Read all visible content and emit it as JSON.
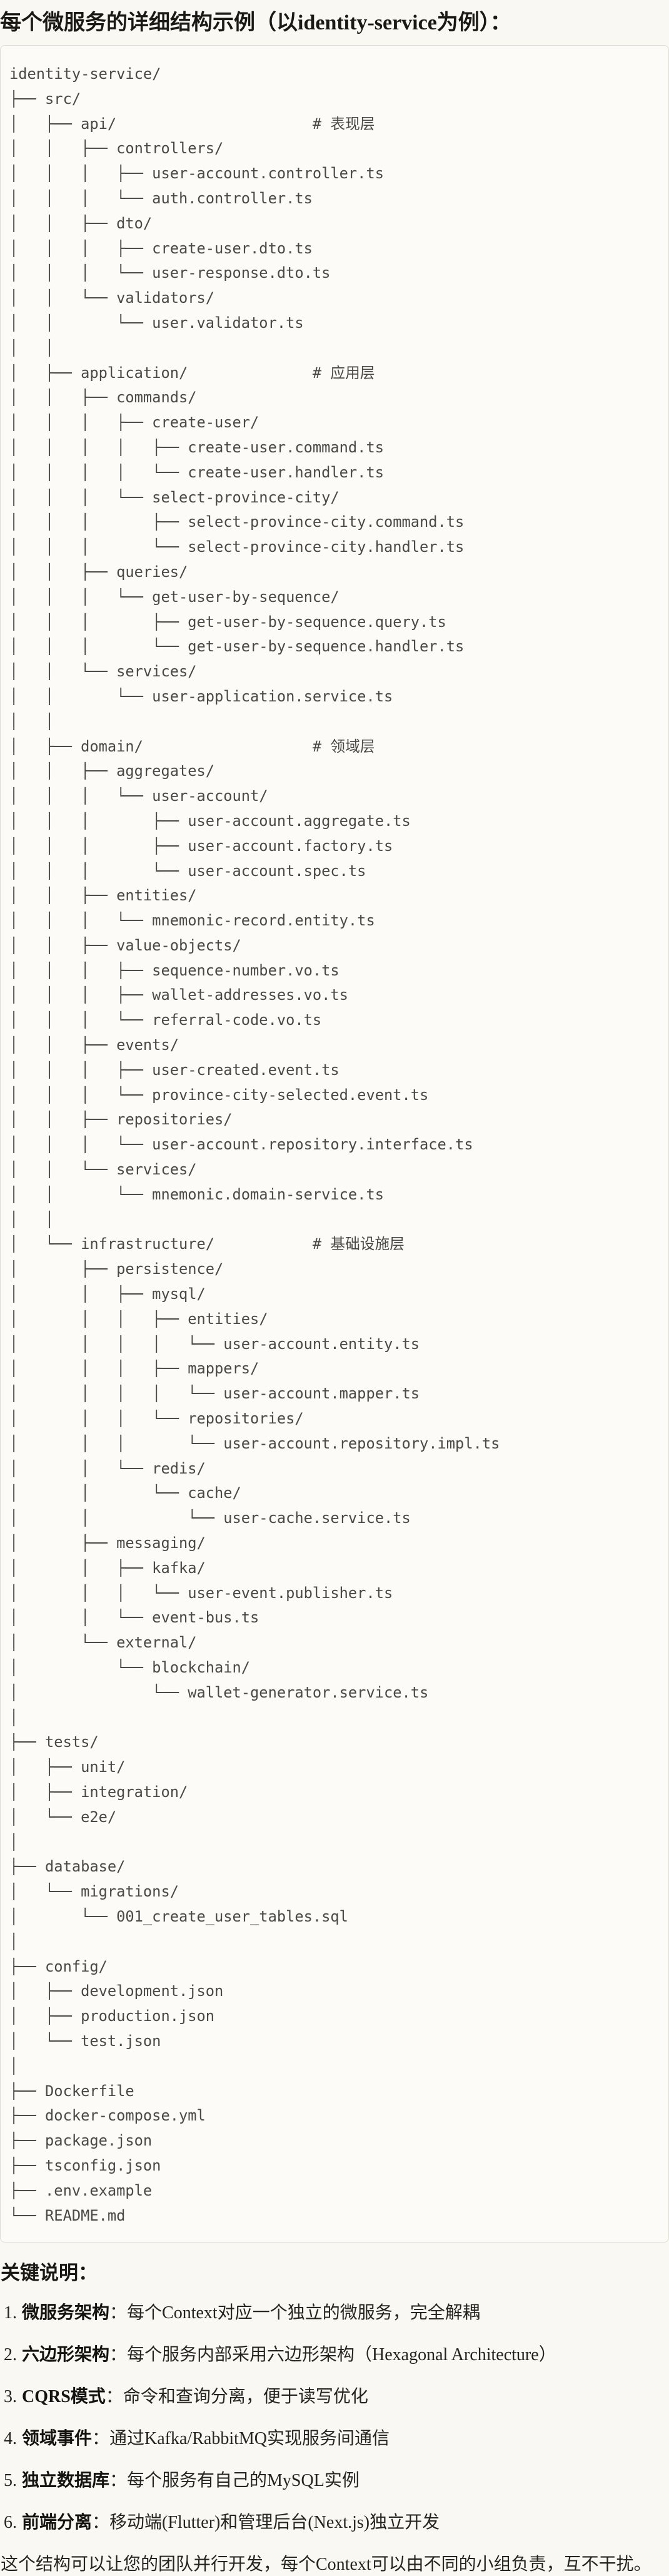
{
  "colors": {
    "page_bg": "#FAF8F2",
    "code_bg": "#FCFBF7",
    "code_border": "#DEDBD2",
    "tree_text": "#4B4944",
    "body_text": "#26241F",
    "heading_text": "#1A1915"
  },
  "header": {
    "title": "每个微服务的详细结构示例（以identity-service为例）："
  },
  "tree": {
    "lines": [
      "identity-service/",
      "├── src/",
      "│   ├── api/                      # 表现层",
      "│   │   ├── controllers/",
      "│   │   │   ├── user-account.controller.ts",
      "│   │   │   └── auth.controller.ts",
      "│   │   ├── dto/",
      "│   │   │   ├── create-user.dto.ts",
      "│   │   │   └── user-response.dto.ts",
      "│   │   └── validators/",
      "│   │       └── user.validator.ts",
      "│   │",
      "│   ├── application/              # 应用层",
      "│   │   ├── commands/",
      "│   │   │   ├── create-user/",
      "│   │   │   │   ├── create-user.command.ts",
      "│   │   │   │   └── create-user.handler.ts",
      "│   │   │   └── select-province-city/",
      "│   │   │       ├── select-province-city.command.ts",
      "│   │   │       └── select-province-city.handler.ts",
      "│   │   ├── queries/",
      "│   │   │   └── get-user-by-sequence/",
      "│   │   │       ├── get-user-by-sequence.query.ts",
      "│   │   │       └── get-user-by-sequence.handler.ts",
      "│   │   └── services/",
      "│   │       └── user-application.service.ts",
      "│   │",
      "│   ├── domain/                   # 领域层",
      "│   │   ├── aggregates/",
      "│   │   │   └── user-account/",
      "│   │   │       ├── user-account.aggregate.ts",
      "│   │   │       ├── user-account.factory.ts",
      "│   │   │       └── user-account.spec.ts",
      "│   │   ├── entities/",
      "│   │   │   └── mnemonic-record.entity.ts",
      "│   │   ├── value-objects/",
      "│   │   │   ├── sequence-number.vo.ts",
      "│   │   │   ├── wallet-addresses.vo.ts",
      "│   │   │   └── referral-code.vo.ts",
      "│   │   ├── events/",
      "│   │   │   ├── user-created.event.ts",
      "│   │   │   └── province-city-selected.event.ts",
      "│   │   ├── repositories/",
      "│   │   │   └── user-account.repository.interface.ts",
      "│   │   └── services/",
      "│   │       └── mnemonic.domain-service.ts",
      "│   │",
      "│   └── infrastructure/           # 基础设施层",
      "│       ├── persistence/",
      "│       │   ├── mysql/",
      "│       │   │   ├── entities/",
      "│       │   │   │   └── user-account.entity.ts",
      "│       │   │   ├── mappers/",
      "│       │   │   │   └── user-account.mapper.ts",
      "│       │   │   └── repositories/",
      "│       │   │       └── user-account.repository.impl.ts",
      "│       │   └── redis/",
      "│       │       └── cache/",
      "│       │           └── user-cache.service.ts",
      "│       ├── messaging/",
      "│       │   ├── kafka/",
      "│       │   │   └── user-event.publisher.ts",
      "│       │   └── event-bus.ts",
      "│       └── external/",
      "│           └── blockchain/",
      "│               └── wallet-generator.service.ts",
      "│",
      "├── tests/",
      "│   ├── unit/",
      "│   ├── integration/",
      "│   └── e2e/",
      "│",
      "├── database/",
      "│   └── migrations/",
      "│       └── 001_create_user_tables.sql",
      "│",
      "├── config/",
      "│   ├── development.json",
      "│   ├── production.json",
      "│   └── test.json",
      "│",
      "├── Dockerfile",
      "├── docker-compose.yml",
      "├── package.json",
      "├── tsconfig.json",
      "├── .env.example",
      "└── README.md"
    ]
  },
  "notes": {
    "title": "关键说明：",
    "items": [
      {
        "num": "1.",
        "term": "微服务架构",
        "sep": "：",
        "desc": "每个Context对应一个独立的微服务，完全解耦"
      },
      {
        "num": "2.",
        "term": "六边形架构",
        "sep": "：",
        "desc": "每个服务内部采用六边形架构（Hexagonal Architecture）"
      },
      {
        "num": "3.",
        "term": "CQRS模式",
        "sep": "：",
        "desc": "命令和查询分离，便于读写优化"
      },
      {
        "num": "4.",
        "term": "领域事件",
        "sep": "：",
        "desc": "通过Kafka/RabbitMQ实现服务间通信"
      },
      {
        "num": "5.",
        "term": "独立数据库",
        "sep": "：",
        "desc": "每个服务有自己的MySQL实例"
      },
      {
        "num": "6.",
        "term": "前端分离",
        "sep": "：",
        "desc": "移动端(Flutter)和管理后台(Next.js)独立开发"
      }
    ]
  },
  "footer": {
    "text": "这个结构可以让您的团队并行开发，每个Context可以由不同的小组负责，互不干扰。"
  }
}
